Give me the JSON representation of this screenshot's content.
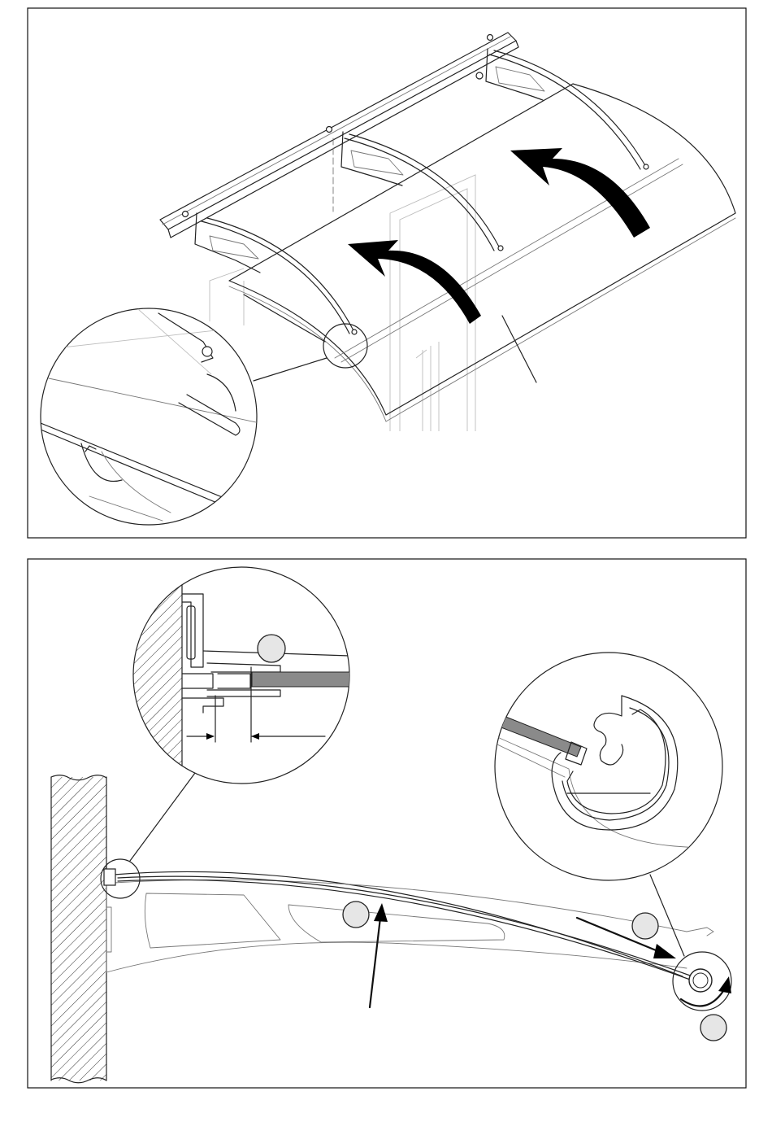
{
  "figure_1": {
    "components": [
      "wall-rail",
      "canopy-brackets",
      "polycarbonate-sheet",
      "front-gutter-tube"
    ],
    "arrows": [
      "push-sheet-arrow-left",
      "push-sheet-arrow-right"
    ]
  },
  "figure_2": {
    "callouts": [
      {
        "id": "callout-wall-rail",
        "label": ""
      },
      {
        "id": "callout-bracket-arm",
        "label": ""
      },
      {
        "id": "callout-sheet-slide",
        "label": ""
      },
      {
        "id": "callout-rotate-clip",
        "label": ""
      }
    ],
    "arrows": [
      "insert-arrow",
      "slide-arrow",
      "rotate-arrow"
    ]
  },
  "colors": {
    "line": "#222222",
    "sheet_section": "#8a8a8a",
    "badge_fill": "#e6e6e6",
    "arrow": "#000000"
  }
}
